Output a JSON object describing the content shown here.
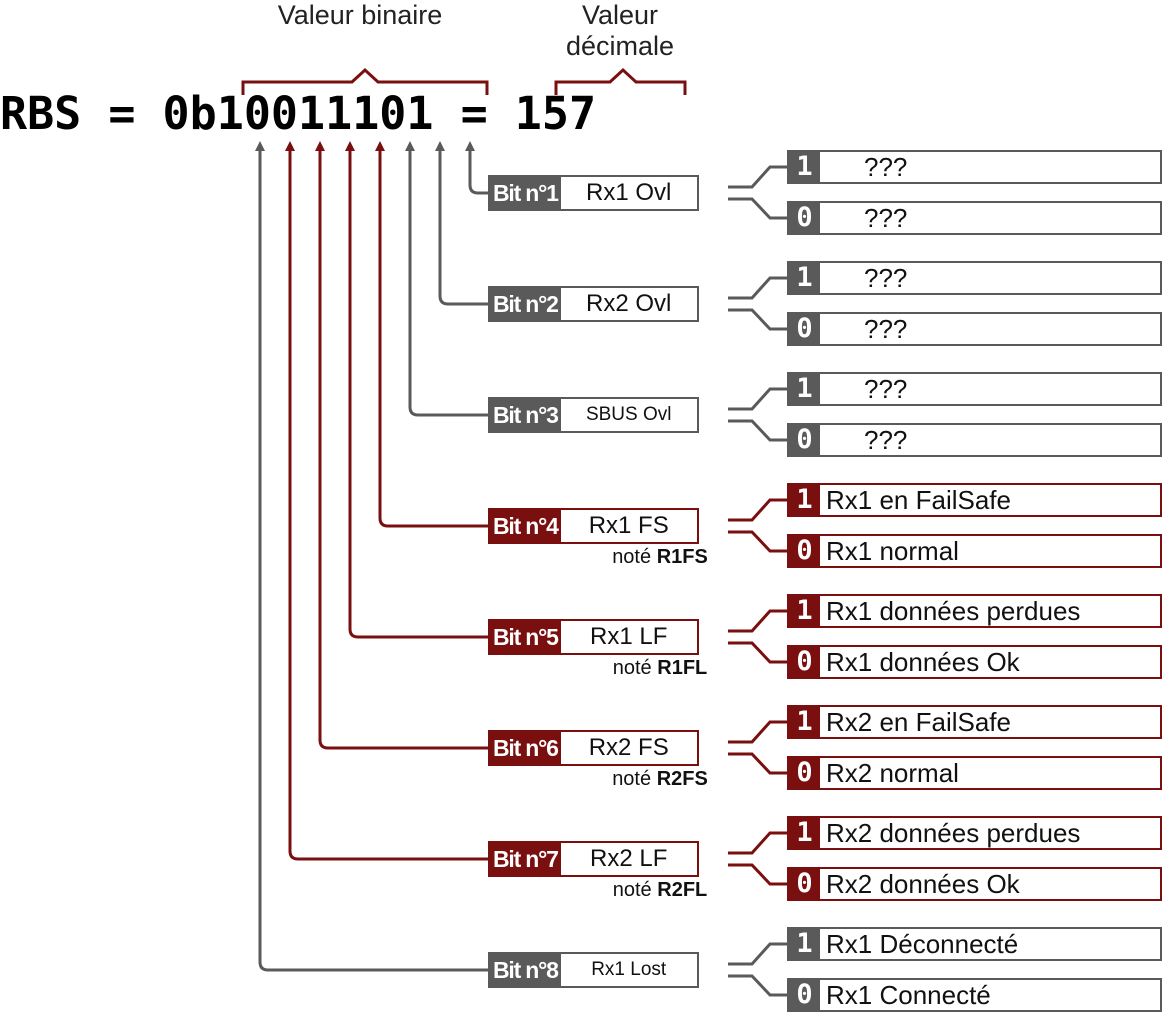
{
  "headers": {
    "binary_value": "Valeur binaire",
    "decimal_value": "Valeur décimale"
  },
  "equation": {
    "text": "RBS = 0b10011101 = 157"
  },
  "colors": {
    "gray": "#5a5a5a",
    "red": "#7a0f0f"
  },
  "bits": [
    {
      "label": "Bit n°1",
      "name": "Rx1 Ovl",
      "note_prefix": "",
      "note_code": "",
      "color": "gray",
      "one": "???",
      "zero": "???"
    },
    {
      "label": "Bit n°2",
      "name": "Rx2 Ovl",
      "note_prefix": "",
      "note_code": "",
      "color": "gray",
      "one": "???",
      "zero": "???"
    },
    {
      "label": "Bit n°3",
      "name": "SBUS Ovl",
      "note_prefix": "",
      "note_code": "",
      "color": "gray",
      "one": "???",
      "zero": "???"
    },
    {
      "label": "Bit n°4",
      "name": "Rx1 FS",
      "note_prefix": "noté",
      "note_code": "R1FS",
      "color": "red",
      "one": "Rx1 en FailSafe",
      "zero": "Rx1 normal"
    },
    {
      "label": "Bit n°5",
      "name": "Rx1 LF",
      "note_prefix": "noté",
      "note_code": "R1FL",
      "color": "red",
      "one": "Rx1 données perdues",
      "zero": "Rx1 données Ok"
    },
    {
      "label": "Bit n°6",
      "name": "Rx2 FS",
      "note_prefix": "noté",
      "note_code": "R2FS",
      "color": "red",
      "one": "Rx2 en FailSafe",
      "zero": "Rx2 normal"
    },
    {
      "label": "Bit n°7",
      "name": "Rx2 LF",
      "note_prefix": "noté",
      "note_code": "R2FL",
      "color": "red",
      "one": "Rx2 données perdues",
      "zero": "Rx2 données Ok"
    },
    {
      "label": "Bit n°8",
      "name": "Rx1 Lost",
      "note_prefix": "",
      "note_code": "",
      "color": "gray",
      "one": "Rx1 Déconnecté",
      "zero": "Rx1 Connecté"
    }
  ],
  "states": {
    "one": "1",
    "zero": "0"
  }
}
